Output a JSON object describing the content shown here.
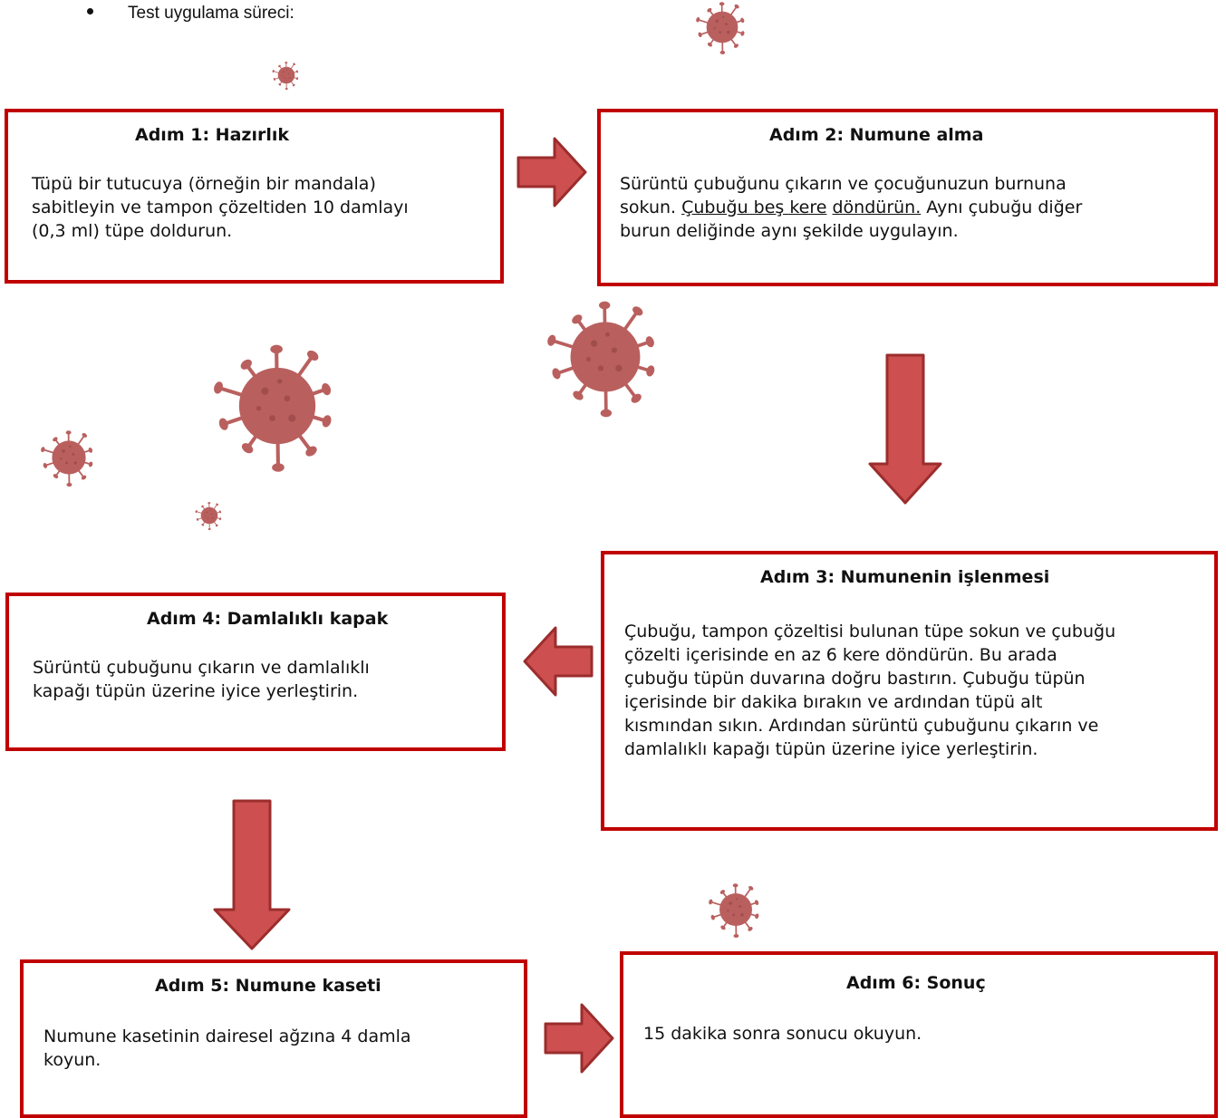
{
  "colors": {
    "box_border": "#c00000",
    "arrow_fill": "#cd4f4f",
    "arrow_stroke": "#9b2d2d",
    "virus_body": "#b9605f",
    "virus_dark": "#8f3e3e"
  },
  "header": {
    "bullet_text": "Test uygulama süreci:"
  },
  "steps": [
    {
      "title": "Adım 1: Hazırlık",
      "lines": [
        "Tüpü bir tutucuya (örneğin bir mandala)",
        "sabitleyin ve tampon çözeltiden 10 damlayı",
        "(0,3 ml) tüpe doldurun."
      ]
    },
    {
      "title": "Adım 2: Numune alma",
      "line1": "Sürüntü çubuğunu çıkarın ve çocuğunuzun burnuna",
      "line2_prefix": "sokun. ",
      "line2_u1": "Çubuğu beş kere",
      "line2_space": " ",
      "line2_u2": "döndürün.",
      "line2_suffix": " Aynı çubuğu diğer",
      "line3": "burun deliğinde aynı şekilde uygulayın."
    },
    {
      "title": "Adım 3: Numunenin işlenmesi",
      "lines": [
        "Çubuğu, tampon çözeltisi bulunan tüpe sokun ve çubuğu",
        "çözelti içerisinde en az 6 kere döndürün. Bu arada",
        "çubuğu tüpün duvarına doğru bastırın. Çubuğu tüpün",
        "içerisinde bir dakika bırakın ve ardından tüpü alt",
        "kısmından sıkın. Ardından sürüntü çubuğunu çıkarın ve",
        "damlalıklı kapağı tüpün üzerine iyice yerleştirin."
      ]
    },
    {
      "title": "Adım 4: Damlalıklı kapak",
      "lines": [
        "Sürüntü çubuğunu çıkarın ve damlalıklı",
        "kapağı tüpün üzerine iyice yerleştirin."
      ]
    },
    {
      "title": "Adım 5: Numune kaseti",
      "lines": [
        "Numune kasetinin dairesel ağzına 4 damla",
        "koyun."
      ]
    },
    {
      "title": "Adım 6: Sonuç",
      "lines": [
        "15 dakika sonra sonucu okuyun."
      ]
    }
  ],
  "decorations": {
    "arrow_icon": "block-arrow",
    "virus_icon": "virus-illustration"
  }
}
